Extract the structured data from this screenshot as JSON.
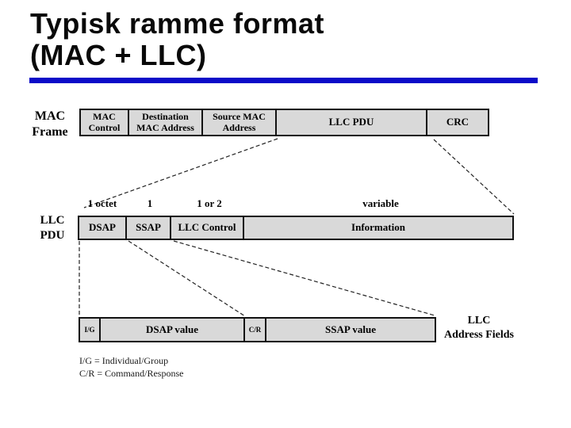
{
  "title": {
    "line1": "Typisk ramme format",
    "line2": "(MAC + LLC)"
  },
  "colors": {
    "accent": "#0b0bc8",
    "box_fill": "#d9d9d9"
  },
  "diagram": {
    "mac_frame": {
      "label": "MAC\nFrame",
      "cells": [
        "MAC Control",
        "Destination MAC Address",
        "Source MAC Address",
        "LLC PDU",
        "CRC"
      ]
    },
    "llc_pdu": {
      "label": "LLC\nPDU",
      "size_labels": [
        "1 octet",
        "1",
        "1 or 2",
        "variable"
      ],
      "cells": [
        "DSAP",
        "SSAP",
        "LLC Control",
        "Information"
      ]
    },
    "llc_address": {
      "cells": [
        "I/G",
        "DSAP value",
        "C/R",
        "SSAP value"
      ],
      "side_label": "LLC\nAddress Fields"
    },
    "legend": [
      "I/G = Individual/Group",
      "C/R = Command/Response"
    ]
  }
}
